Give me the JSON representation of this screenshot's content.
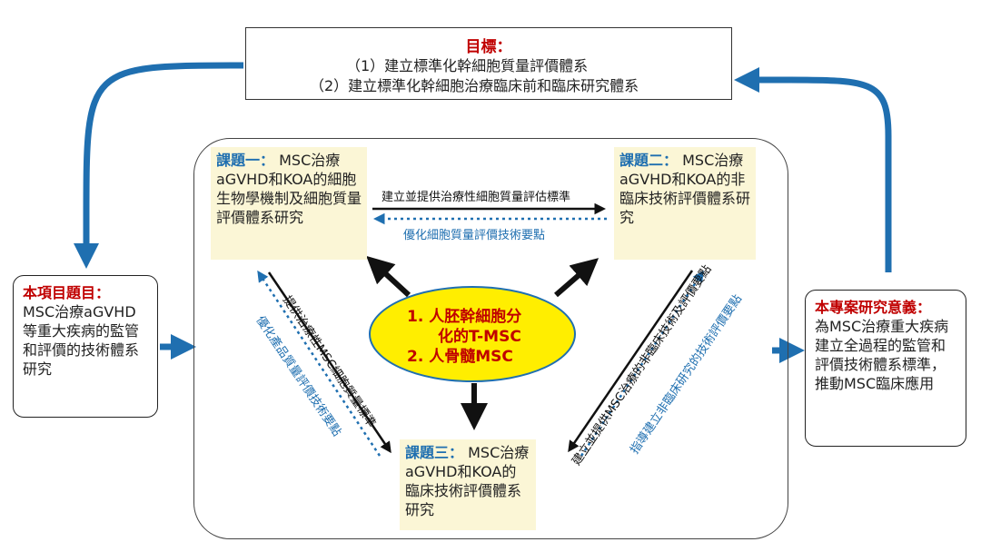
{
  "goal": {
    "title": "目標：",
    "line1": "（1）建立標準化幹細胞質量評價體系",
    "line2": "（2）建立標準化幹細胞治療臨床前和臨床研究體系"
  },
  "project": {
    "title": "本項目題目：",
    "body": "MSC治療aGVHD等重大疾病的監管和評價的技術體系研究"
  },
  "significance": {
    "title": "本專案研究意義：",
    "body": "為MSC治療重大疾病建立全過程的監管和評價技術體系標準，推動MSC臨床應用"
  },
  "topic1": {
    "title": "課題一：",
    "body": "MSC治療aGVHD和KOA的細胞生物學機制及細胞質量評價體系研究"
  },
  "topic2": {
    "title": "課題二：",
    "body": "MSC治療aGVHD和KOA的非臨床技術評價體系研究"
  },
  "topic3": {
    "title": "課題三：",
    "body": "MSC治療aGVHD和KOA的臨床技術評價體系研究"
  },
  "center": {
    "line1": "1.  人胚幹細胞分",
    "line2": "化的T-MSC",
    "line3": "2.  人骨髓MSC"
  },
  "links": {
    "t1_to_t2": "建立並提供治療性細胞質量評估標準",
    "t2_to_t1": "優化細胞質量評價技術要點",
    "t1_to_t3": "提供治療性MSC細胞質量標準",
    "t3_to_t1": "優化產品質量評價技術要點",
    "t2_to_t3": "建立並提供MSC治療的非臨床技術及評價要點",
    "t3_to_t2": "指導建立非臨床研究的技術評價要點"
  },
  "colors": {
    "accent_blue": "#1f6fb0",
    "title_red": "#c00000",
    "topic_fill": "#fbf6d6",
    "center_fill": "#ffee00"
  }
}
